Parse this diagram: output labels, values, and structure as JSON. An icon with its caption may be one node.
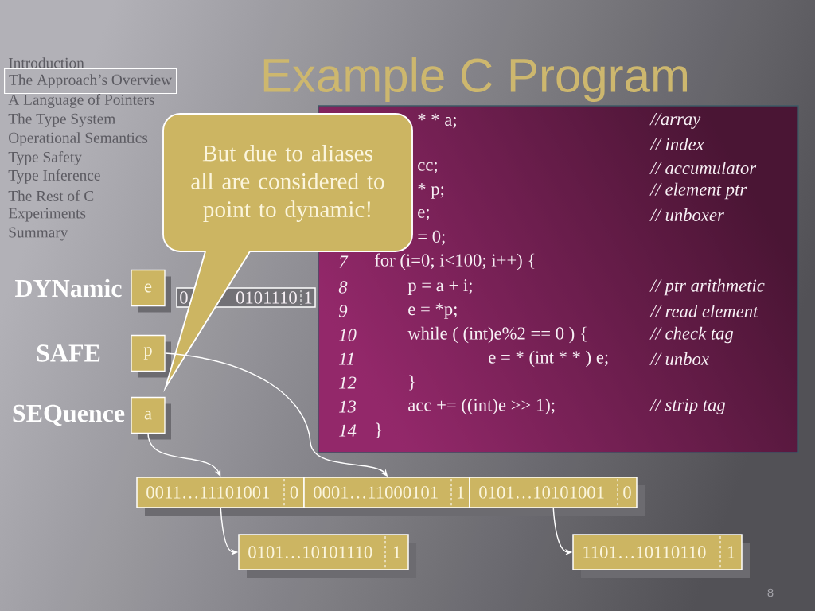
{
  "diagram": {
    "title": "Example C Program",
    "nodes": [
      {
        "text": [
          "The Approach’s Overview"
        ]
      },
      {
        "text": [
          "* * a;",
          "//array",
          "// index",
          "cc;",
          "// accumulator",
          "* p;",
          "// element ptr",
          "e;",
          "// unboxer",
          "= 0;",
          "7",
          "for (i=0; i<100; i++) {",
          "8",
          "p = a + i;",
          "// ptr arithmetic",
          "9",
          "e = *p;",
          "// read element",
          "10",
          "while ( (int)e%2 == 0 ) {",
          "// check tag",
          "11",
          "e = * (int * * ) e;",
          "// unbox",
          "12",
          "}",
          "13",
          "acc += ((int)e >> 1);",
          "// strip tag",
          "14",
          "}"
        ]
      },
      {
        "text": [
          "But due to aliases all are considered to point to dynamic!"
        ]
      },
      {
        "text": [
          "e"
        ],
        "beside": [
          "DYNamic"
        ]
      },
      {
        "text": [
          "0",
          "0101110",
          "1"
        ]
      },
      {
        "text": [
          "p"
        ],
        "beside": [
          "SAFE"
        ]
      },
      {
        "text": [
          "a"
        ],
        "beside": [
          "SEQuence"
        ]
      },
      {
        "text": [
          "0011…11101001",
          "0"
        ]
      },
      {
        "text": [
          "0001…11000101",
          "1"
        ]
      },
      {
        "text": [
          "0101…10101001",
          "0"
        ]
      },
      {
        "text": [
          "0101…10101110",
          "1"
        ]
      },
      {
        "text": [
          "1101…10110110",
          "1"
        ]
      }
    ],
    "edges": [
      {
        "from": 6,
        "to": 7,
        "arrow": "to"
      },
      {
        "from": 5,
        "to": 8,
        "arrow": "to"
      },
      {
        "from": 7,
        "to": 10,
        "arrow": "to"
      },
      {
        "from": 9,
        "to": 11,
        "arrow": "to"
      }
    ],
    "labels": [
      "Introduction",
      "A Language of Pointers",
      "The Type System",
      "Operational Semantics",
      "Type Safety",
      "Type Inference",
      "The Rest of C",
      "Experiments",
      "Summary",
      "8"
    ]
  }
}
